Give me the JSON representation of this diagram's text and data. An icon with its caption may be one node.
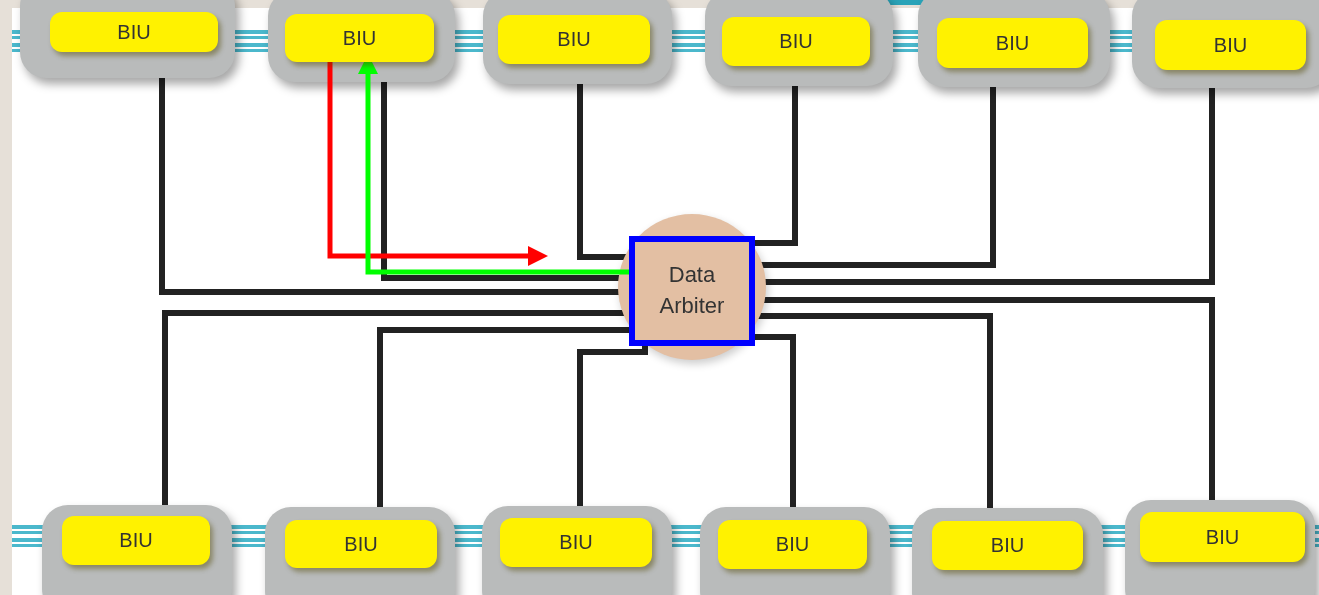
{
  "diagram": {
    "nodes": [
      {
        "text": [
          "BIU"
        ]
      },
      {
        "text": [
          "BIU"
        ]
      },
      {
        "text": [
          "BIU"
        ]
      },
      {
        "text": [
          "BIU"
        ]
      },
      {
        "text": [
          "BIU"
        ]
      },
      {
        "text": [
          "BIU"
        ]
      },
      {
        "text": [
          "Data Arbiter"
        ]
      },
      {
        "text": [
          "BIU"
        ]
      },
      {
        "text": [
          "BIU"
        ]
      },
      {
        "text": [
          "BIU"
        ]
      },
      {
        "text": [
          "BIU"
        ]
      },
      {
        "text": [
          "BIU"
        ]
      },
      {
        "text": [
          "BIU"
        ]
      }
    ],
    "edges": [
      {
        "from": 0,
        "to": 6,
        "arrow": "none"
      },
      {
        "from": 1,
        "to": 6,
        "arrow": "none"
      },
      {
        "from": 2,
        "to": 6,
        "arrow": "none"
      },
      {
        "from": 3,
        "to": 6,
        "arrow": "none"
      },
      {
        "from": 4,
        "to": 6,
        "arrow": "none"
      },
      {
        "from": 5,
        "to": 6,
        "arrow": "none"
      },
      {
        "from": 7,
        "to": 6,
        "arrow": "none"
      },
      {
        "from": 8,
        "to": 6,
        "arrow": "none"
      },
      {
        "from": 9,
        "to": 6,
        "arrow": "none"
      },
      {
        "from": 10,
        "to": 6,
        "arrow": "none"
      },
      {
        "from": 11,
        "to": 6,
        "arrow": "none"
      },
      {
        "from": 12,
        "to": 6,
        "arrow": "none"
      },
      {
        "from": 1,
        "to": null,
        "arrow": "to",
        "color": "#ff0000"
      },
      {
        "from": 6,
        "to": 1,
        "arrow": "to",
        "color": "#00ff00"
      }
    ]
  }
}
